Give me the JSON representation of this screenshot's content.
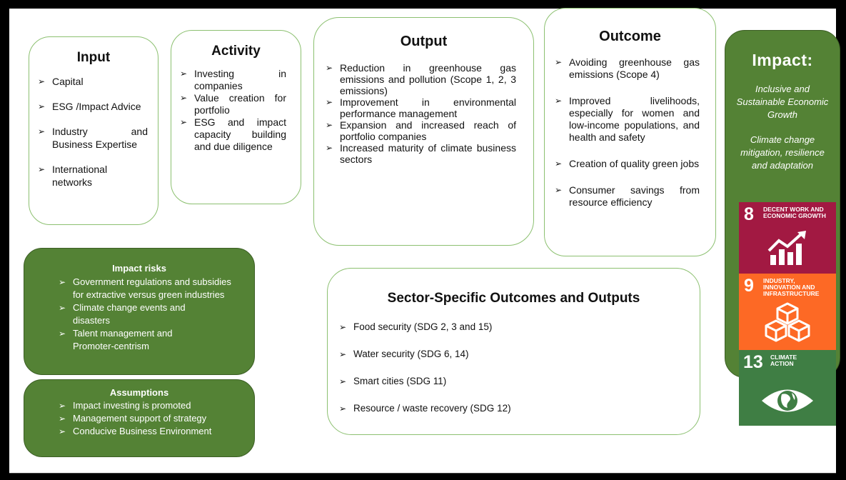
{
  "input": {
    "title": "Input",
    "items": [
      "Capital",
      "ESG /Impact Advice",
      "Industry and Business Expertise",
      "International networks"
    ]
  },
  "activity": {
    "title": "Activity",
    "items": [
      "Investing in companies",
      "Value creation for portfolio",
      "ESG and impact capacity building and due diligence"
    ]
  },
  "output": {
    "title": "Output",
    "items": [
      "Reduction in greenhouse gas emissions and pollution (Scope 1, 2, 3 emissions)",
      "Improvement in environmental performance management",
      "Expansion and increased reach of portfolio companies",
      "Increased maturity of climate business sectors"
    ]
  },
  "outcome": {
    "title": "Outcome",
    "items": [
      "Avoiding greenhouse gas emissions (Scope 4)",
      "Improved livelihoods, especially for women and low-income populations, and health and safety",
      "Creation of quality green jobs",
      "Consumer savings from resource efficiency"
    ]
  },
  "impact": {
    "title": "Impact:",
    "line1": "Inclusive and Sustainable Economic Growth",
    "line2": "Climate change mitigation, resilience and adaptation"
  },
  "sdgs": [
    {
      "number": "8",
      "label": "DECENT WORK AND ECONOMIC GROWTH",
      "color": "#a21942",
      "icon": "growth-chart-icon"
    },
    {
      "number": "9",
      "label": "INDUSTRY, INNOVATION AND INFRASTRUCTURE",
      "color": "#fd6925",
      "icon": "cubes-icon"
    },
    {
      "number": "13",
      "label": "CLIMATE ACTION",
      "color": "#3f7e44",
      "icon": "earth-eye-icon"
    }
  ],
  "risks": {
    "title": "Impact risks",
    "items": [
      "Government regulations and subsidies for extractive versus green industries",
      "Climate change events and disasters",
      "Talent management and Promoter-centrism"
    ]
  },
  "assumptions": {
    "title": "Assumptions",
    "items": [
      "Impact investing is promoted",
      "Management support of strategy",
      "Conducive Business Environment"
    ]
  },
  "sector": {
    "title": "Sector-Specific Outcomes and Outputs",
    "items": [
      "Food security (SDG 2, 3 and 15)",
      "Water security (SDG 6, 14)",
      "Smart cities (SDG 11)",
      "Resource / waste recovery (SDG 12)"
    ]
  },
  "colors": {
    "box_border": "#8cc070",
    "green_fill": "#548235",
    "impact_fill": "#548235"
  }
}
